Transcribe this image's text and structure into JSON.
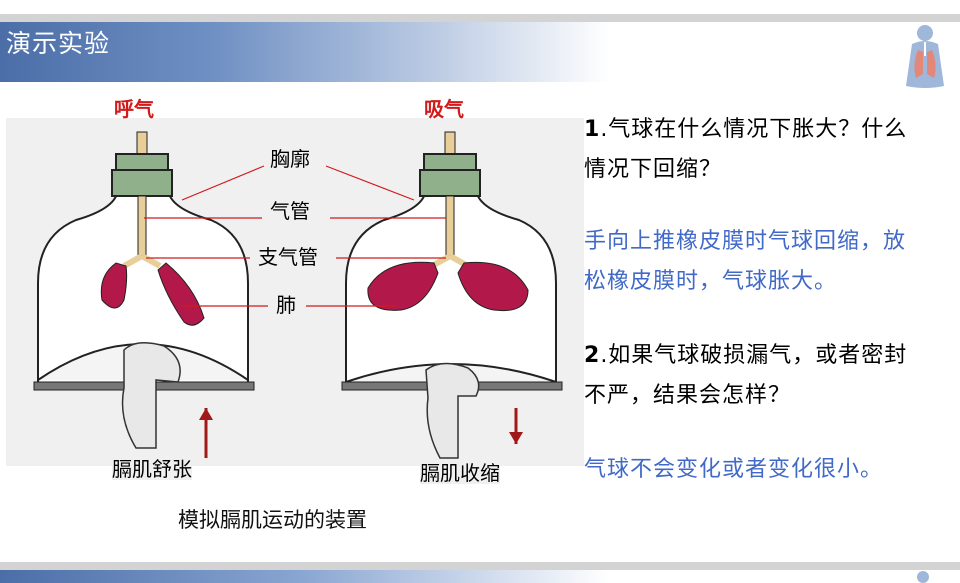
{
  "title": "演示实验",
  "figure": {
    "exhale_label": "呼气",
    "inhale_label": "吸气",
    "part_chest": "胸廓",
    "part_trachea": "气管",
    "part_bronchi": "支气管",
    "part_lung": "肺",
    "state_relax": "膈肌舒张",
    "state_contract": "膈肌收缩",
    "caption": "模拟膈肌运动的装置"
  },
  "qa": {
    "q1_num": "1",
    "q1_text": ".气球在什么情况下胀大？什么情况下回缩？",
    "a1_text": "手向上推橡皮膜时气球回缩，放松橡皮膜时，气球胀大。",
    "q2_num": "2",
    "q2_text": ".如果气球破损漏气，或者密封不严，结果会怎样？",
    "a2_text": "气球不会变化或者变化很小。"
  },
  "colors": {
    "title_bar": "#4b6ea8",
    "answer_text": "#4169c8",
    "highlight_label": "#d11a1a",
    "lung": "#b3184a",
    "cork": "#8fb08a"
  }
}
